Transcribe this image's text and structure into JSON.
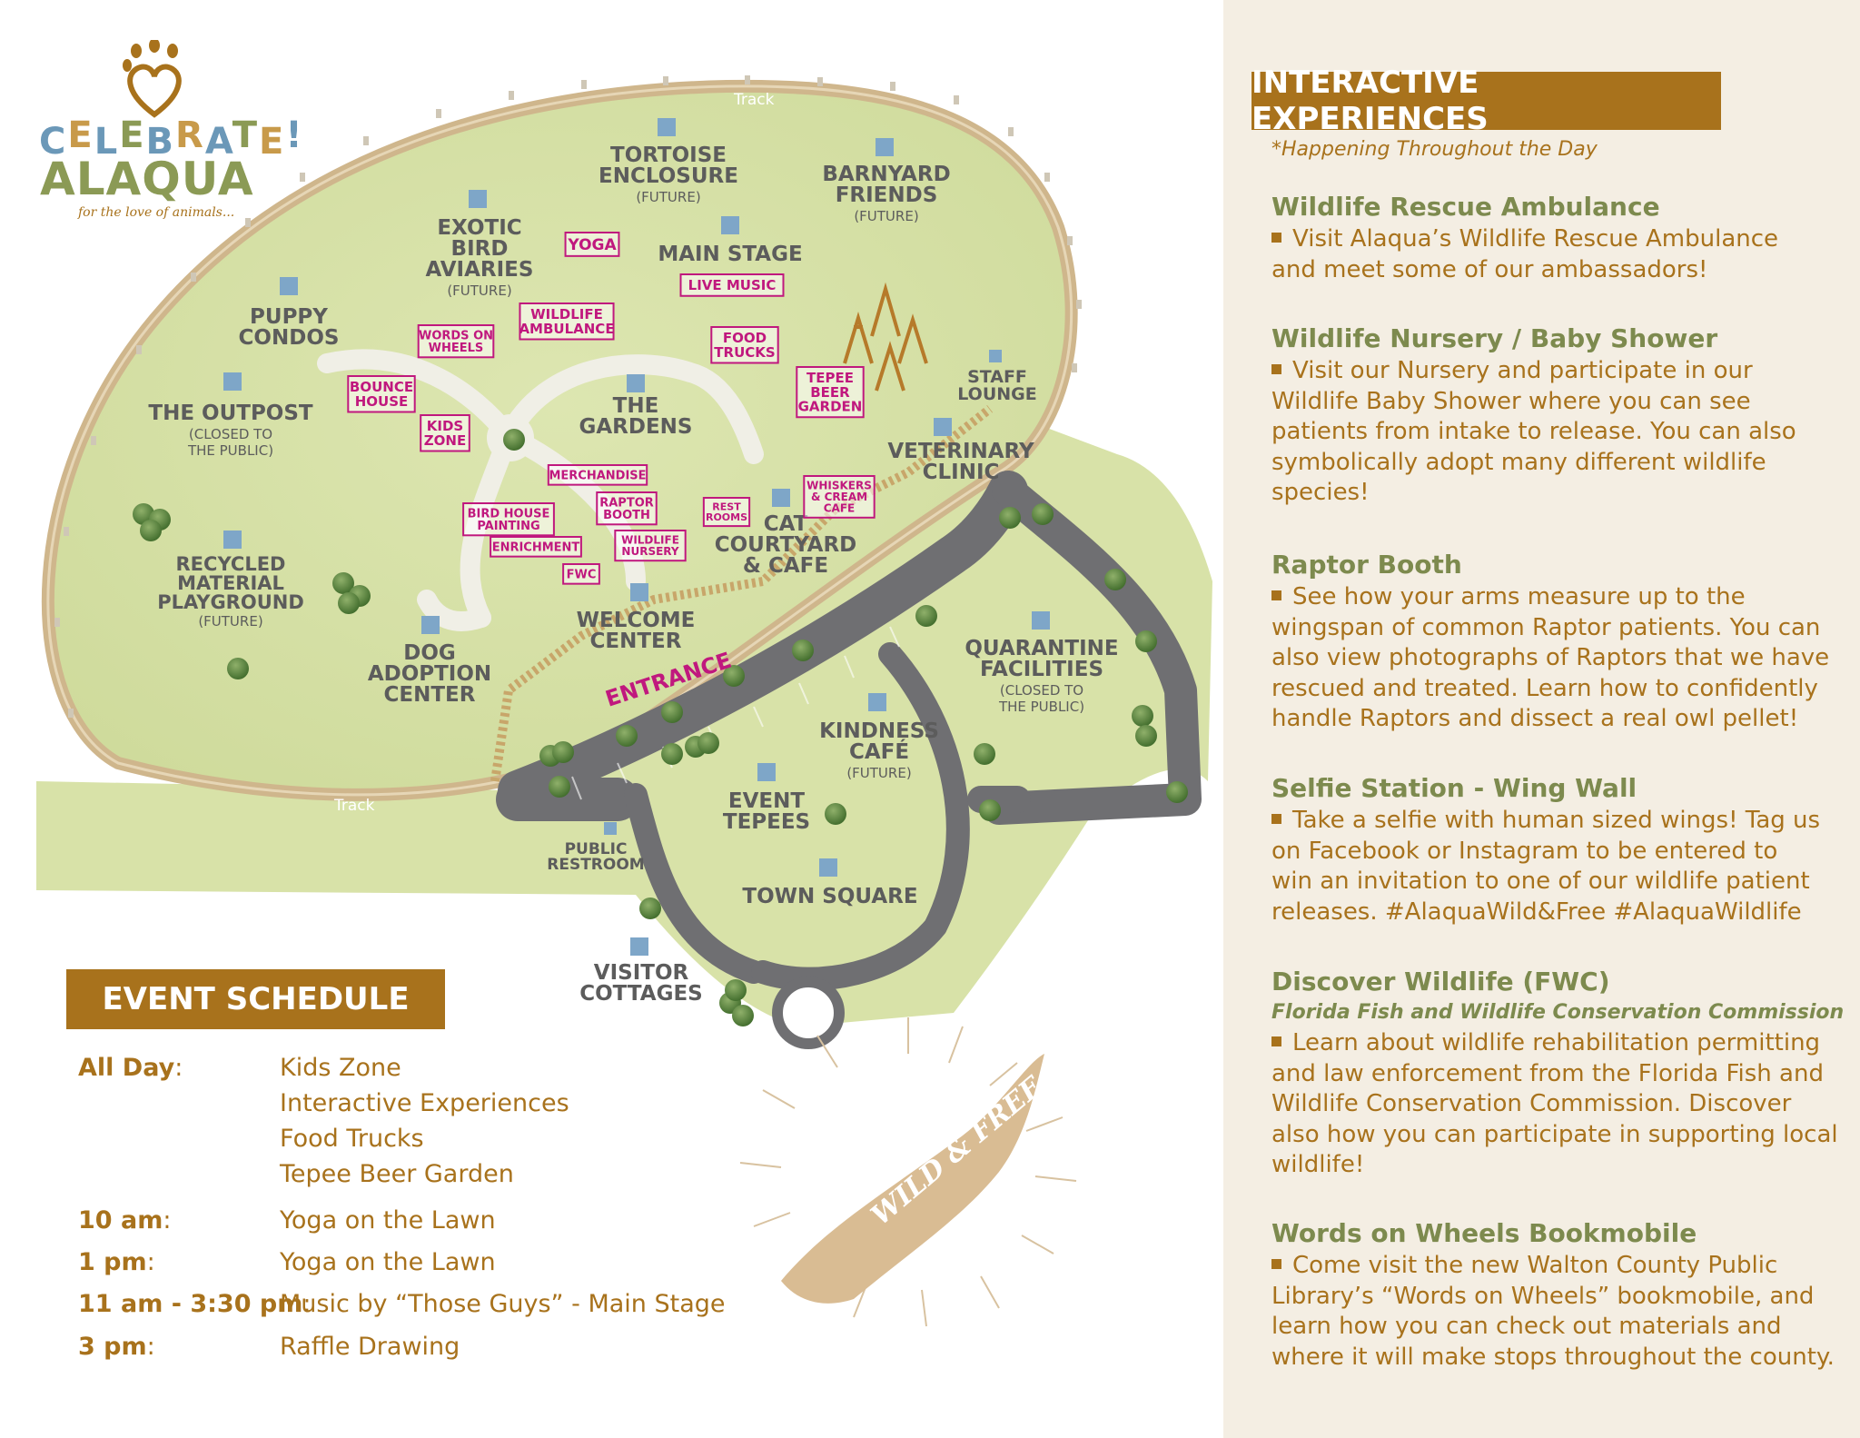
{
  "logo": {
    "celebrate_letters": [
      {
        "ch": "C",
        "color": "#6b98b8"
      },
      {
        "ch": "E",
        "color": "#c89a4a"
      },
      {
        "ch": "L",
        "color": "#6b98b8"
      },
      {
        "ch": "E",
        "color": "#8b9a55"
      },
      {
        "ch": "B",
        "color": "#6b98b8"
      },
      {
        "ch": "R",
        "color": "#c89a4a"
      },
      {
        "ch": "A",
        "color": "#6b98b8"
      },
      {
        "ch": "T",
        "color": "#8b9a55"
      },
      {
        "ch": "E",
        "color": "#c89a4a"
      },
      {
        "ch": "!",
        "color": "#6b98b8"
      }
    ],
    "alaqua": "ALAQUA",
    "tagline": "for the love of animals..."
  },
  "map": {
    "track_label": "Track",
    "entrance": "ENTRANCE",
    "wild_free": "WILD & FREE",
    "locations": [
      {
        "lines": [
          "TORTOISE",
          "ENCLOSURE"
        ],
        "sub": [
          "(FUTURE)"
        ]
      },
      {
        "lines": [
          "BARNYARD",
          "FRIENDS"
        ],
        "sub": [
          "(FUTURE)"
        ]
      },
      {
        "lines": [
          "EXOTIC",
          "BIRD",
          "AVIARIES"
        ],
        "sub": [
          "(FUTURE)"
        ]
      },
      {
        "lines": [
          "MAIN STAGE"
        ],
        "sub": []
      },
      {
        "lines": [
          "PUPPY",
          "CONDOS"
        ],
        "sub": []
      },
      {
        "lines": [
          "THE OUTPOST"
        ],
        "sub": [
          "(CLOSED TO",
          "THE PUBLIC)"
        ]
      },
      {
        "lines": [
          "THE",
          "GARDENS"
        ],
        "sub": []
      },
      {
        "lines": [
          "STAFF",
          "LOUNGE"
        ],
        "sub": []
      },
      {
        "lines": [
          "VETERINARY",
          "CLINIC"
        ],
        "sub": []
      },
      {
        "lines": [
          "CAT",
          "COURTYARD",
          "& CAFE"
        ],
        "sub": []
      },
      {
        "lines": [
          "RECYCLED",
          "MATERIAL",
          "PLAYGROUND"
        ],
        "sub": [
          "(FUTURE)"
        ]
      },
      {
        "lines": [
          "WELCOME",
          "CENTER"
        ],
        "sub": []
      },
      {
        "lines": [
          "DOG",
          "ADOPTION",
          "CENTER"
        ],
        "sub": []
      },
      {
        "lines": [
          "QUARANTINE",
          "FACILITIES"
        ],
        "sub": [
          "(CLOSED TO",
          "THE PUBLIC)"
        ]
      },
      {
        "lines": [
          "KINDNESS",
          "CAFÉ"
        ],
        "sub": [
          "(FUTURE)"
        ]
      },
      {
        "lines": [
          "EVENT",
          "TEPEES"
        ],
        "sub": []
      },
      {
        "lines": [
          "PUBLIC",
          "RESTROOM"
        ],
        "sub": []
      },
      {
        "lines": [
          "TOWN SQUARE"
        ],
        "sub": []
      },
      {
        "lines": [
          "VISITOR",
          "COTTAGES"
        ],
        "sub": []
      }
    ],
    "activities": [
      {
        "lines": [
          "YOGA"
        ]
      },
      {
        "lines": [
          "LIVE MUSIC"
        ]
      },
      {
        "lines": [
          "WILDLIFE",
          "AMBULANCE"
        ]
      },
      {
        "lines": [
          "WORDS ON",
          "WHEELS"
        ]
      },
      {
        "lines": [
          "FOOD",
          "TRUCKS"
        ]
      },
      {
        "lines": [
          "BOUNCE",
          "HOUSE"
        ]
      },
      {
        "lines": [
          "TEPEE",
          "BEER",
          "GARDEN"
        ]
      },
      {
        "lines": [
          "KIDS",
          "ZONE"
        ]
      },
      {
        "lines": [
          "MERCHANDISE"
        ]
      },
      {
        "lines": [
          "WHISKERS",
          "& CREAM",
          "CAFE"
        ]
      },
      {
        "lines": [
          "RAPTOR",
          "BOOTH"
        ]
      },
      {
        "lines": [
          "REST",
          "ROOMS"
        ]
      },
      {
        "lines": [
          "BIRD HOUSE",
          "PAINTING"
        ]
      },
      {
        "lines": [
          "WILDLIFE",
          "NURSERY"
        ]
      },
      {
        "lines": [
          "ENRICHMENT"
        ]
      },
      {
        "lines": [
          "FWC"
        ]
      }
    ]
  },
  "interactive": {
    "header": "INTERACTIVE EXPERIENCES",
    "subtitle": "*Happening Throughout the Day",
    "items": [
      {
        "title": "Wildlife Rescue Ambulance",
        "subtitle": "",
        "lines": [
          "Visit Alaqua’s Wildlife Rescue Ambulance",
          "and meet some of our ambassadors!"
        ]
      },
      {
        "title": "Wildlife Nursery / Baby Shower",
        "subtitle": "",
        "lines": [
          "Visit our Nursery and participate in our",
          "Wildlife Baby Shower where you can see",
          "patients from intake to release. You can also",
          "symbolically adopt many different wildlife",
          "species!"
        ]
      },
      {
        "title": "Raptor Booth",
        "subtitle": "",
        "lines": [
          "See how your arms measure up to the",
          "wingspan of common Raptor patients. You can",
          "also view photographs of Raptors that we have",
          "rescued and treated. Learn how to confidently",
          "handle Raptors and dissect a real owl pellet!"
        ]
      },
      {
        "title": "Selfie Station - Wing Wall",
        "subtitle": "",
        "lines": [
          "Take a selfie with human sized wings! Tag us",
          "on Facebook or Instagram to be entered to",
          "win an invitation to one of our wildlife patient",
          "releases.  #AlaquaWild&Free  #AlaquaWildlife"
        ]
      },
      {
        "title": "Discover Wildlife (FWC)",
        "subtitle": "Florida Fish and Wildlife Conservation Commission",
        "lines": [
          "Learn about wildlife rehabilitation permitting",
          "and law enforcement from the Florida Fish and",
          "Wildlife Conservation Commission. Discover",
          "also how you can participate in supporting local",
          "wildlife!"
        ]
      },
      {
        "title": "Words on Wheels Bookmobile",
        "subtitle": "",
        "lines": [
          "Come visit the new Walton County Public",
          "Library’s “Words on Wheels” bookmobile, and",
          "learn how you can check out materials and",
          "where it will make stops throughout the county."
        ]
      }
    ]
  },
  "schedule": {
    "header": "EVENT SCHEDULE",
    "rows": [
      {
        "time": "All Day",
        "activity": "Kids Zone"
      },
      {
        "time": "",
        "activity": "Interactive Experiences"
      },
      {
        "time": "",
        "activity": "Food Trucks"
      },
      {
        "time": "",
        "activity": "Tepee Beer Garden"
      },
      {
        "time": "10 am",
        "activity": "Yoga on the Lawn"
      },
      {
        "time": "1 pm",
        "activity": "Yoga on the Lawn"
      },
      {
        "time": "11 am - 3:30 pm",
        "activity": "Music by “Those Guys” - Main Stage"
      },
      {
        "time": "3 pm",
        "activity": "Raffle Drawing"
      }
    ]
  },
  "colors": {
    "brand_brown": "#a8721c",
    "olive": "#7d8a4e",
    "lawn": "#d6e0a6",
    "track": "#cfb68c",
    "road": "#6f6f72",
    "pink": "#c0187e",
    "label_gray": "#5c5c5c",
    "marker_blue": "#7ea6c8",
    "panel_bg": "#f4eee3"
  }
}
